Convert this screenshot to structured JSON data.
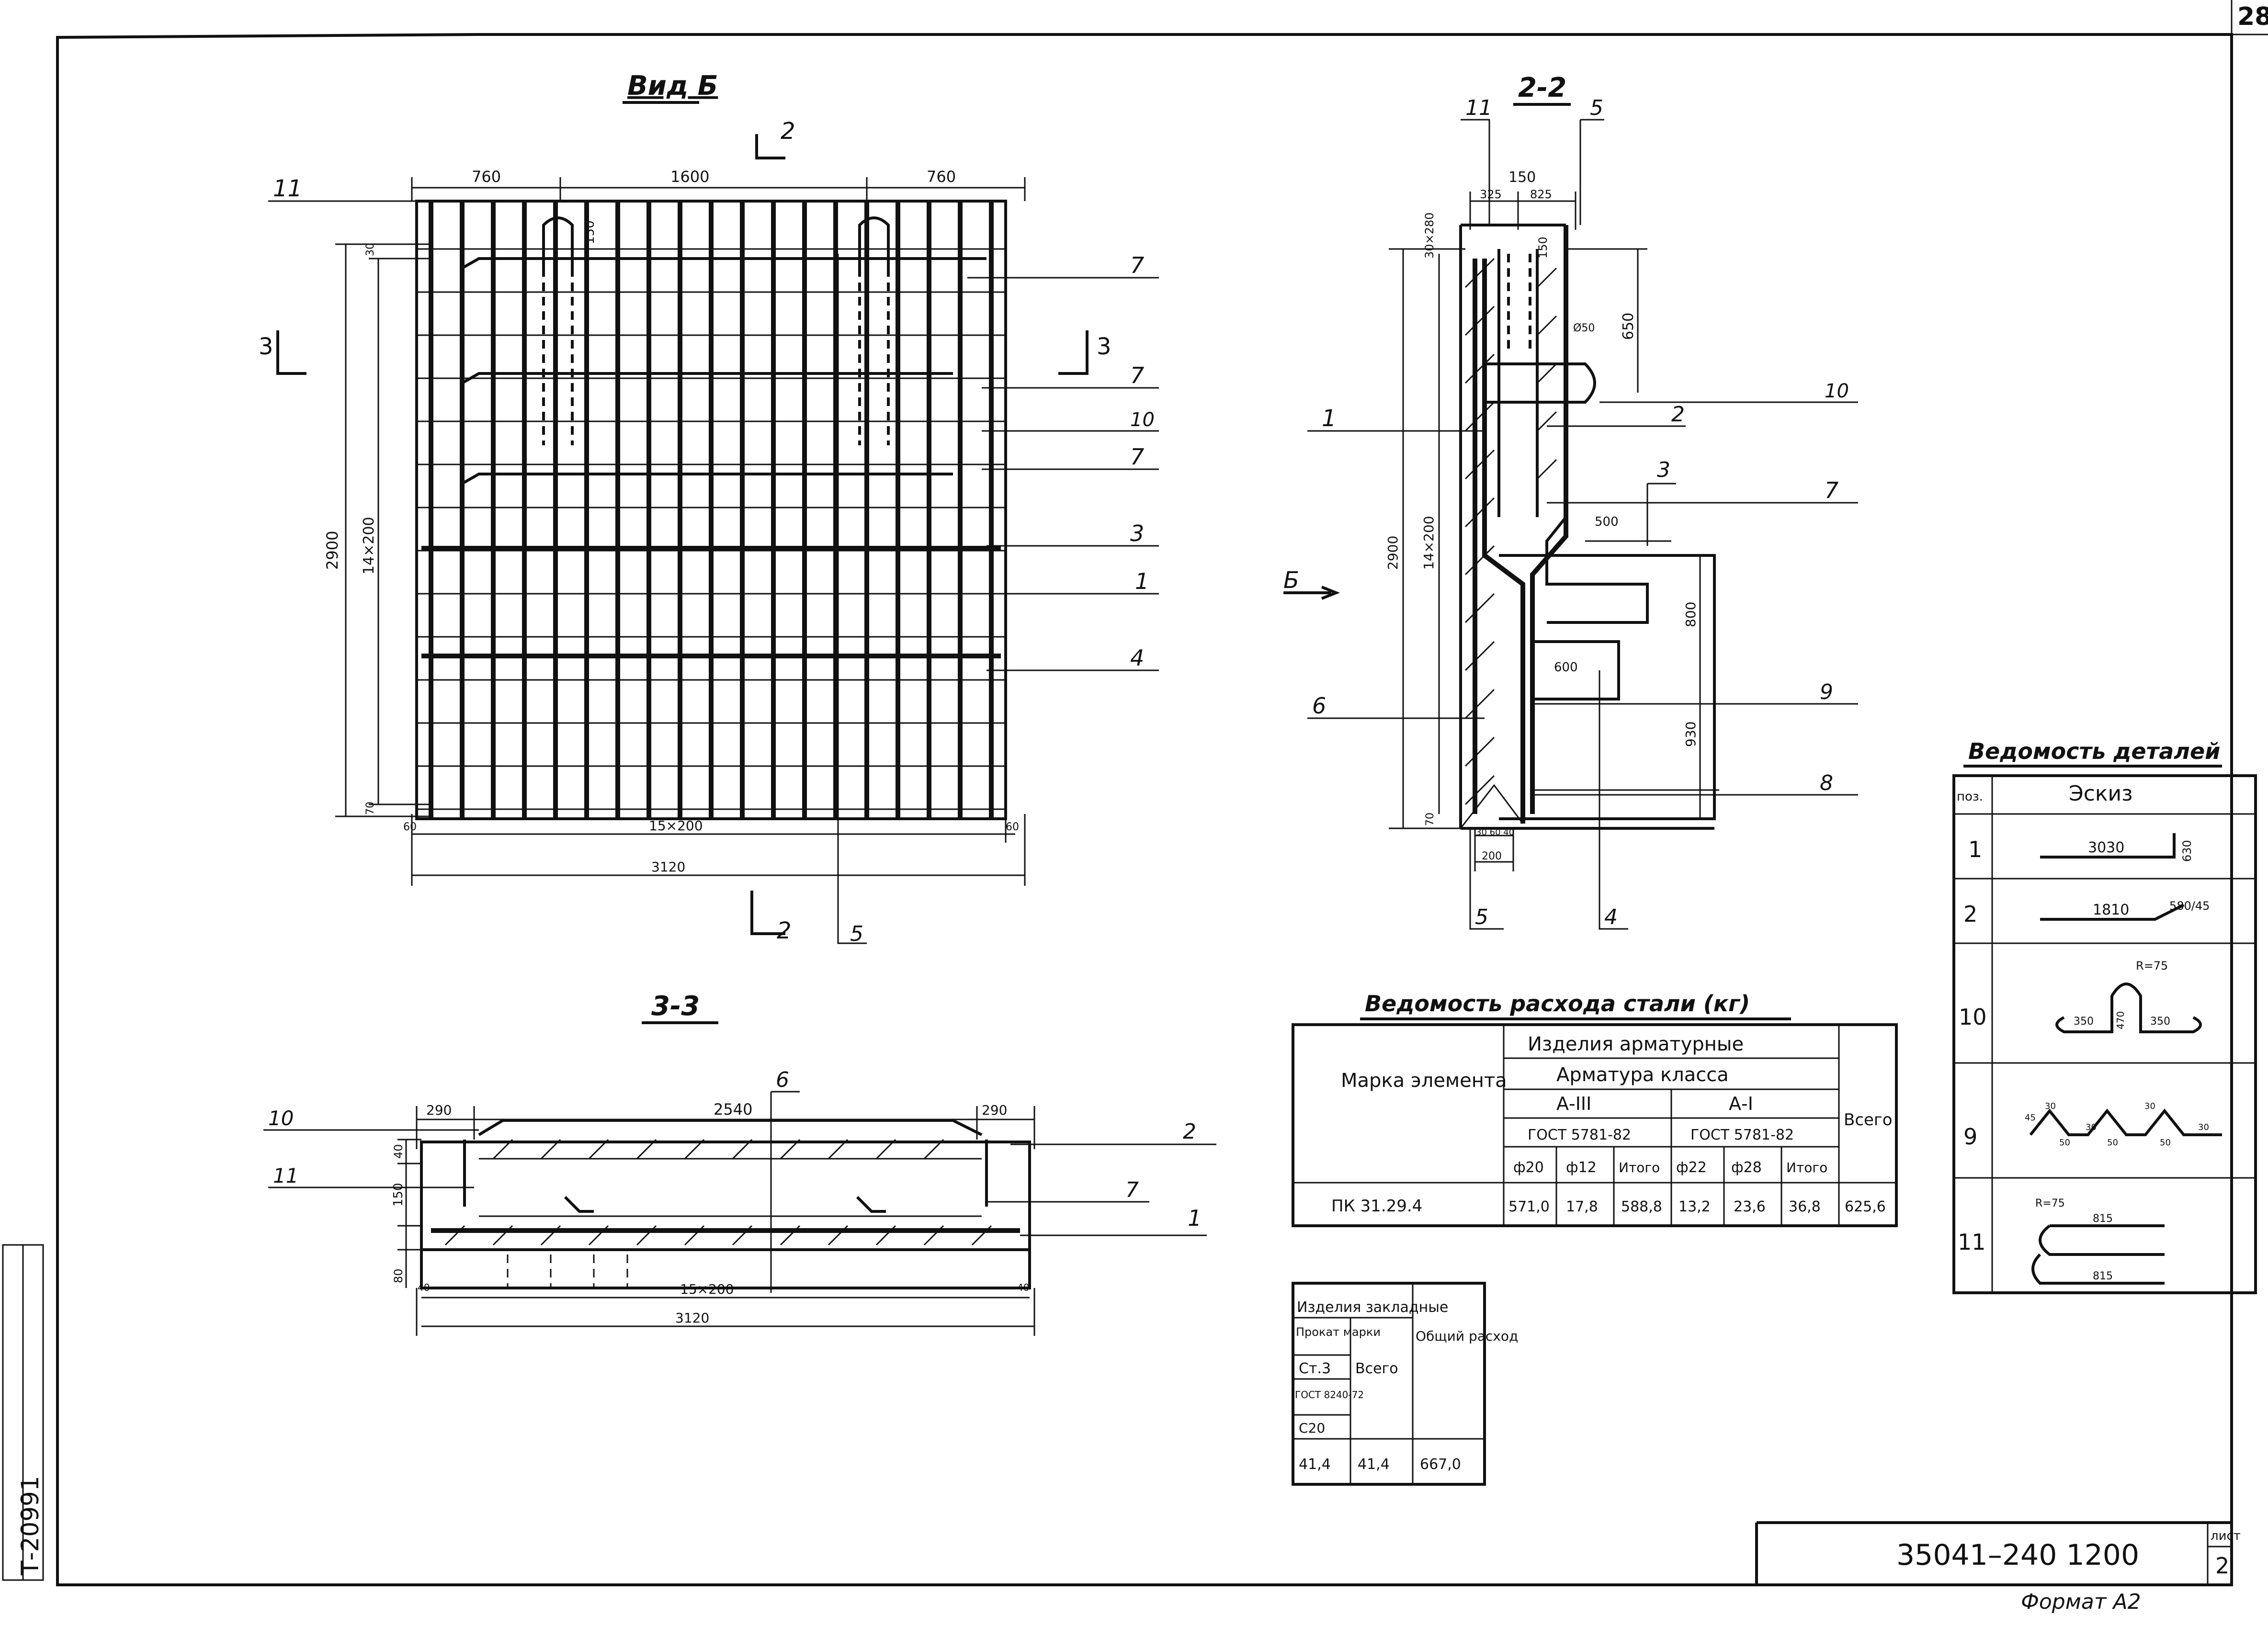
{
  "sheet": {
    "corner_number": "28",
    "stamp_code": "35041–240  1200",
    "sheet_label": "лист",
    "sheet_number": "2",
    "format": "Формат А2",
    "side_stamp": "Т-20991"
  },
  "view_b": {
    "title": "Вид Б",
    "dim_top": [
      "760",
      "1600",
      "760"
    ],
    "dim_bottom_inner": "15×200",
    "dim_bottom_total": "3120",
    "dim_left_total": "2900",
    "dim_left_inner": "14×200",
    "dim_left_small_top": "30",
    "dim_left_small_bottom": "70",
    "dim_small_150": "150",
    "dim_right_small": "60",
    "dim_left_small_bottom2": "60",
    "section_marks": [
      "2",
      "2",
      "3",
      "3"
    ],
    "callouts_right": [
      "7",
      "7",
      "10",
      "7",
      "3",
      "1",
      "4"
    ],
    "callout_left": "11",
    "callout_bottom": "5"
  },
  "section_2_2": {
    "title": "2-2",
    "callouts": [
      "11",
      "5",
      "10",
      "2",
      "1",
      "3",
      "7",
      "Б",
      "6",
      "9",
      "8",
      "5",
      "4"
    ],
    "dims": {
      "top_total": "150",
      "top_parts": [
        "325",
        "825"
      ],
      "d30": "30×280",
      "d150": "150",
      "d650": "650",
      "d50": "Ø50",
      "d2900": "2900",
      "d14x200": "14×200",
      "d500": "500",
      "d800": "800",
      "d600": "600",
      "d930": "930",
      "d70": "70",
      "bottom_parts": "30 60 40",
      "bottom_total": "200"
    }
  },
  "section_3_3": {
    "title": "3-3",
    "dims": {
      "left": "290",
      "middle": "2540",
      "right": "290",
      "inner": "15×200",
      "total": "3120",
      "h_top": "40",
      "h_mid": "150",
      "h_bot": "80",
      "side_left": "40",
      "side_right": "40"
    },
    "callouts": [
      "10",
      "11",
      "6",
      "2",
      "7",
      "1"
    ]
  },
  "steel_table": {
    "title": "Ведомость расхода стали (кг)",
    "col_mark": "Марка элемента",
    "col_products": "Изделия арматурные",
    "col_class": "Арматура класса",
    "classes": [
      "А-III",
      "А-I"
    ],
    "gosts": [
      "ГОСТ 5781-82",
      "ГОСТ 5781-82"
    ],
    "col_total": "Всего",
    "sub_headers": [
      "ф20",
      "ф12",
      "Итого",
      "ф22",
      "ф28",
      "Итого"
    ],
    "row": {
      "mark": "ПК 31.29.4",
      "values": [
        "571,0",
        "17,8",
        "588,8",
        "13,2",
        "23,6",
        "36,8",
        "625,6"
      ]
    }
  },
  "embedded_table": {
    "header": "Изделия закладные",
    "rolled": "Прокат марки",
    "steel": "Ст.3",
    "gost": "ГОСТ 8240-72",
    "profile": "С20",
    "col_total": "Всего",
    "col_overall": "Общий расход",
    "values": [
      "41,4",
      "41,4",
      "667,0"
    ]
  },
  "details_table": {
    "title": "Ведомость деталей",
    "col_pos": "поз.",
    "col_sketch": "Эскиз",
    "rows": [
      {
        "pos": "1",
        "labels": [
          "3030",
          "630"
        ]
      },
      {
        "pos": "2",
        "labels": [
          "1810",
          "580/45"
        ]
      },
      {
        "pos": "10",
        "labels": [
          "R=75",
          "350",
          "470",
          "350"
        ]
      },
      {
        "pos": "9",
        "labels": [
          "45",
          "30",
          "50",
          "30",
          "50",
          "30",
          "50",
          "30"
        ]
      },
      {
        "pos": "11",
        "labels": [
          "R=75",
          "815",
          "815"
        ]
      }
    ]
  }
}
